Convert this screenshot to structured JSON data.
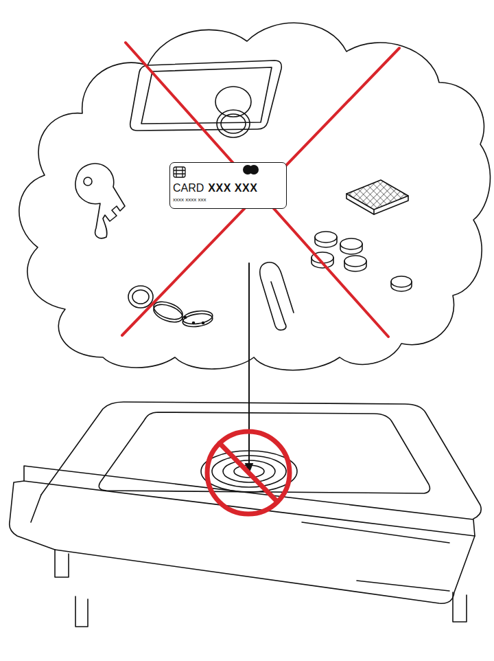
{
  "diagram": {
    "nodes": [
      {
        "text": [
          "CARD",
          "XXX XXX",
          "xxxx xxxx xxx"
        ]
      }
    ]
  }
}
